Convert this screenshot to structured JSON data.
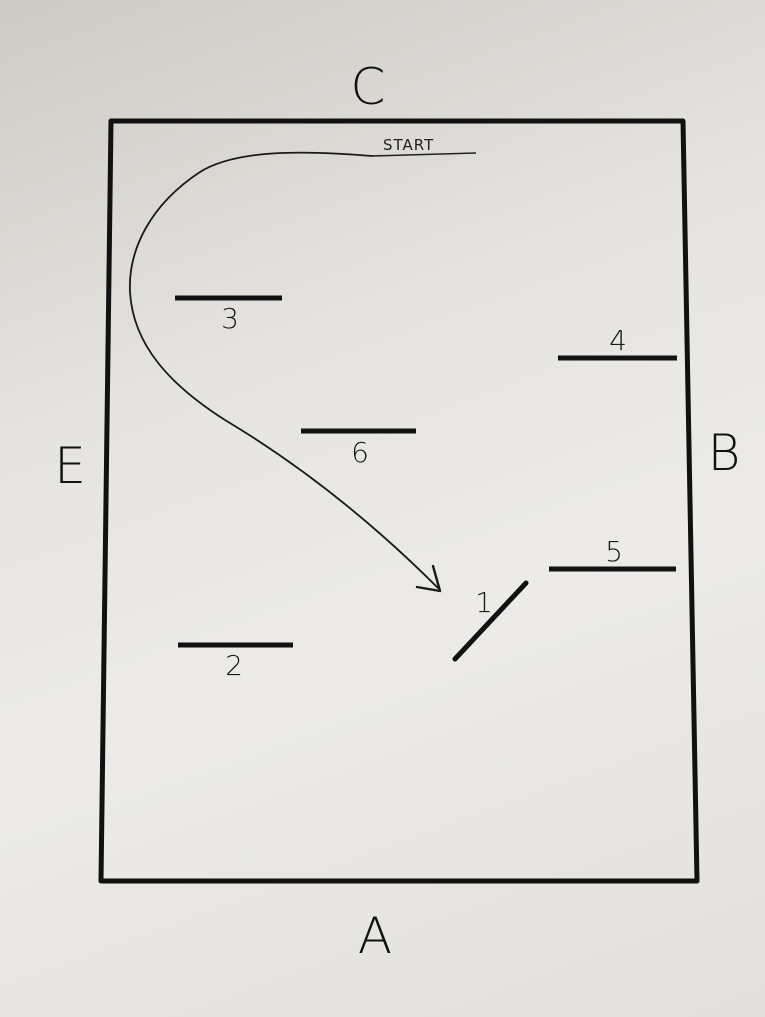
{
  "arena": {
    "sides": {
      "top": "C",
      "right": "B",
      "bottom": "A",
      "left": "E"
    },
    "start_label": "START",
    "fences": [
      {
        "number": "1"
      },
      {
        "number": "2"
      },
      {
        "number": "3"
      },
      {
        "number": "4"
      },
      {
        "number": "5"
      },
      {
        "number": "6"
      }
    ]
  }
}
